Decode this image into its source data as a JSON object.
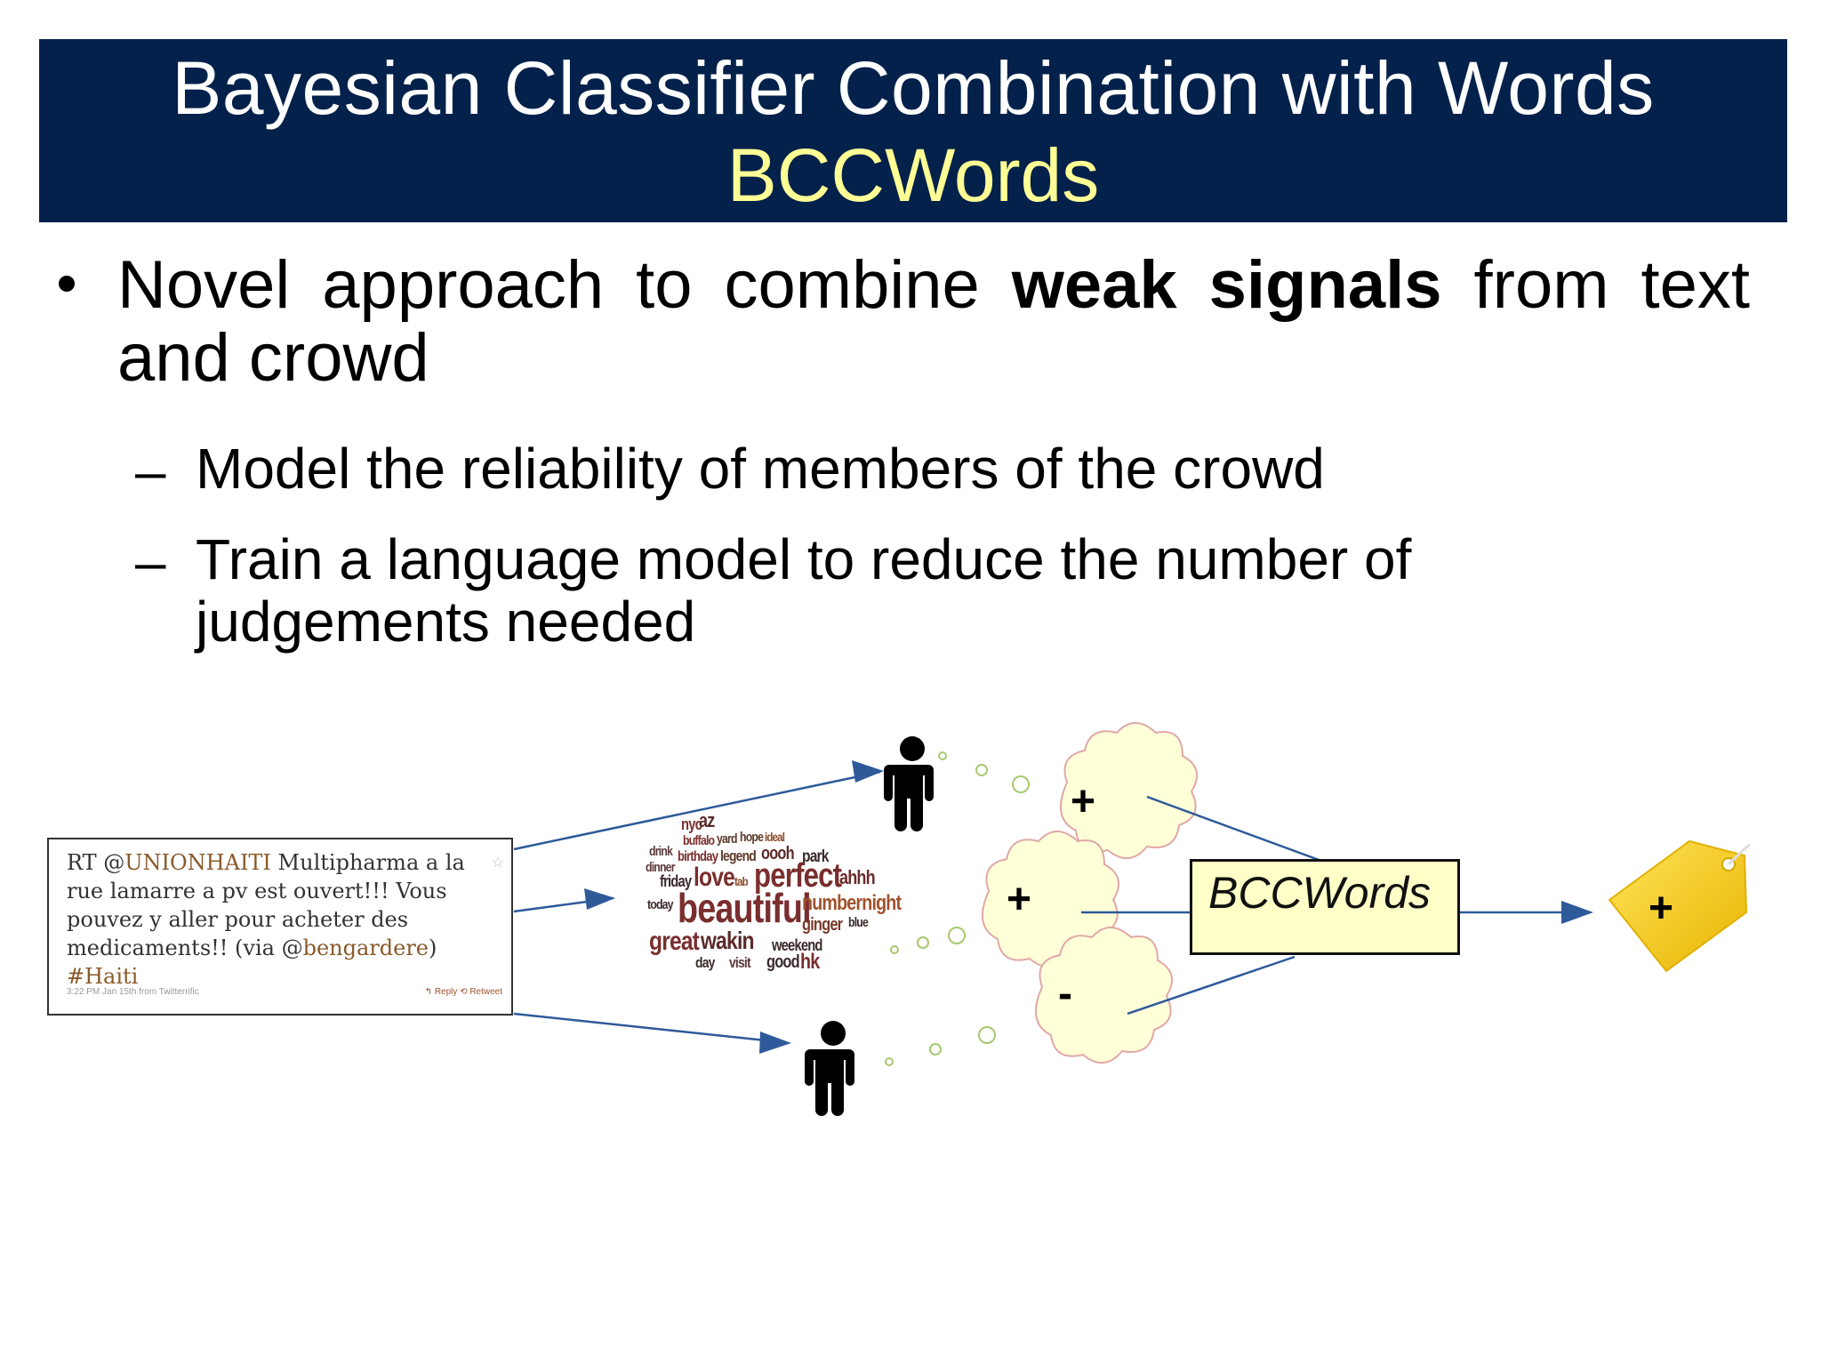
{
  "slide": {
    "title_line1": "Bayesian Classifier Combination with Words",
    "title_line2": "BCCWords",
    "bullet": {
      "text_before": "Novel approach to combine ",
      "text_bold": "weak signals",
      "text_after": " from text and crowd"
    },
    "sub_bullets": [
      {
        "dash": "–",
        "line1": "Model the reliability of members of the crowd"
      },
      {
        "dash": "–",
        "line1": "Train a language model to reduce the number of",
        "line2": "judgements needed"
      }
    ]
  },
  "tweet": {
    "prefix": "RT @",
    "mention1": "UNIONHAITI",
    "line1_rest": " Multipharma a la",
    "line2": "rue lamarre a pv est ouvert!!! Vous",
    "line3": "pouvez y aller pour acheter des",
    "line4_before": "medicaments!! (via @",
    "mention2": "bengardere",
    "line4_after": ")",
    "hashtag": "#Haiti",
    "meta": "3:22 PM Jan 15th from Twitterrific",
    "actions": "↰ Reply   ⟲ Retweet",
    "star_icon": "☆"
  },
  "word_cloud": [
    {
      "text": "nyc",
      "color": "#7a2e2e"
    },
    {
      "text": "az",
      "color": "#5c2a2a"
    },
    {
      "text": "buffalo",
      "color": "#7a2e2e"
    },
    {
      "text": "yard",
      "color": "#5c3a2a"
    },
    {
      "text": "hope",
      "color": "#5c3a2a"
    },
    {
      "text": "ideal",
      "color": "#8a4a2a"
    },
    {
      "text": "drink",
      "color": "#5c3a3a"
    },
    {
      "text": "birthday",
      "color": "#7a2e2e"
    },
    {
      "text": "legend",
      "color": "#5c3a2a"
    },
    {
      "text": "oooh",
      "color": "#5c2a2a"
    },
    {
      "text": "park",
      "color": "#3a2a2a"
    },
    {
      "text": "dinner",
      "color": "#5c3a3a"
    },
    {
      "text": "friday",
      "color": "#3a2a2a"
    },
    {
      "text": "love",
      "color": "#7a2e2e"
    },
    {
      "text": "tab",
      "color": "#8a4a2a"
    },
    {
      "text": "perfect",
      "color": "#7a2e2e"
    },
    {
      "text": "ahhh",
      "color": "#6a2a2a"
    },
    {
      "text": "today",
      "color": "#3a2a2a"
    },
    {
      "text": "beautiful",
      "color": "#7a2e2e"
    },
    {
      "text": "numbernight",
      "color": "#a0522d"
    },
    {
      "text": "ginger",
      "color": "#7a3a2a"
    },
    {
      "text": "blue",
      "color": "#3a2a2a"
    },
    {
      "text": "great",
      "color": "#7a2e2e"
    },
    {
      "text": "wakin",
      "color": "#5c2a2a"
    },
    {
      "text": "weekend",
      "color": "#3a2a2a"
    },
    {
      "text": "day",
      "color": "#3a2a2a"
    },
    {
      "text": "visit",
      "color": "#5c3a3a"
    },
    {
      "text": "good",
      "color": "#3a2a2a"
    },
    {
      "text": "hk",
      "color": "#7a2e2e"
    }
  ],
  "diagram": {
    "box_label": "BCCWords",
    "signs": {
      "top": "+",
      "middle": "+",
      "bottom": "-",
      "tag": "+"
    },
    "arrow_color": "#2e5a9a",
    "thought_fill": "#ffffd8",
    "thought_stroke": "#e0a8a8",
    "bubble_stroke": "#a8c870",
    "tag_color": "#f2c400",
    "icons": [
      "person-icon-top",
      "person-icon-bottom",
      "word-cloud",
      "thought-bubble-icon",
      "price-tag-icon"
    ]
  }
}
